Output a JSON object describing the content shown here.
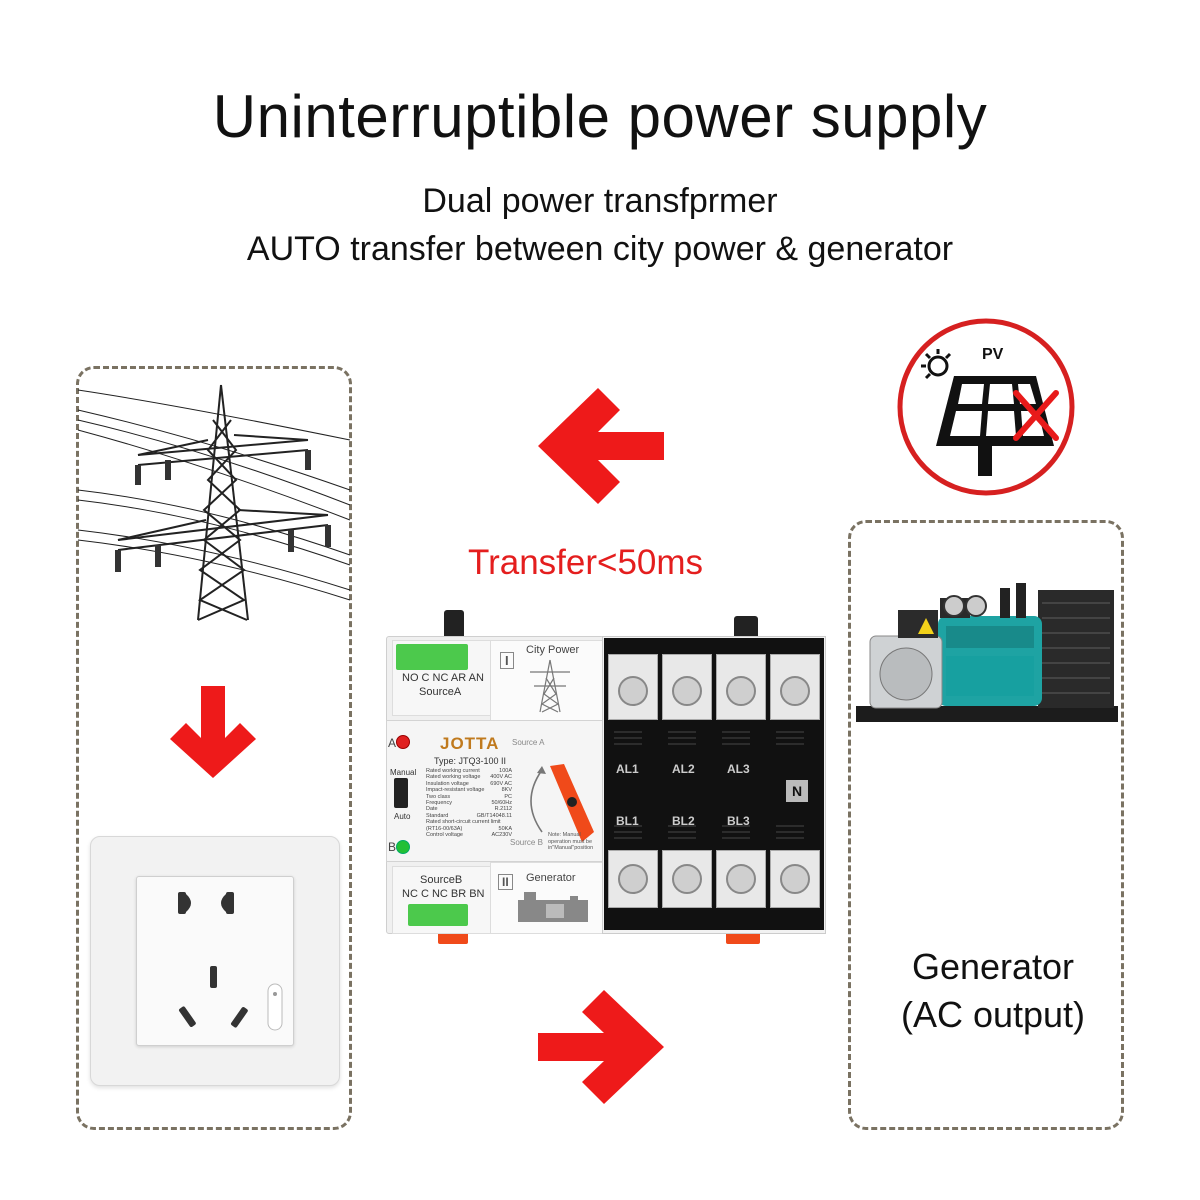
{
  "header": {
    "title": "Uninterruptible power supply",
    "subtitle_line1": "Dual power transfprmer",
    "subtitle_line2": "AUTO transfer between city power & generator"
  },
  "transfer_label": "Transfer<50ms",
  "pv_badge": {
    "label": "PV"
  },
  "generator_label": {
    "line1": "Generator",
    "line2": "(AC output)"
  },
  "device": {
    "brand": "JOTTA",
    "top_terminal_labels": "NO C NC AR AN",
    "top_source": "SourceA",
    "bottom_terminal_labels": "NC C NC BR BN",
    "bottom_source": "SourceB",
    "source_a_marker": "I",
    "source_a_name": "City Power",
    "source_b_marker": "II",
    "source_b_name": "Generator",
    "indicator_a": "A",
    "indicator_b": "B",
    "mode_manual": "Manual",
    "mode_auto": "Auto",
    "source_a_tag": "Source A",
    "source_b_tag": "Source B",
    "type_line": "Type: JTQ3-100  II",
    "specs": [
      {
        "k": "Rated working current",
        "v": "100A"
      },
      {
        "k": "Rated working voltage",
        "v": "400V AC"
      },
      {
        "k": "Insulation voltage",
        "v": "690V AC"
      },
      {
        "k": "Impact-resistant voltage",
        "v": "8KV"
      },
      {
        "k": "Two class",
        "v": "PC"
      },
      {
        "k": "Frequency",
        "v": "50/60Hz"
      },
      {
        "k": "Date",
        "v": "R.2112"
      },
      {
        "k": "Standard",
        "v": "GB/T14048.11"
      },
      {
        "k": "Rated short-circuit current limit",
        "v": ""
      },
      {
        "k": "(RT16-00/63A)",
        "v": "50KA"
      },
      {
        "k": "Control voltage",
        "v": "AC230V"
      }
    ],
    "note": "Note: Manual operation must be in\"Manual\"position",
    "phase_a": [
      "AL1",
      "AL2",
      "AL3"
    ],
    "phase_b": [
      "BL1",
      "BL2",
      "BL3"
    ],
    "neutral": "N"
  },
  "colors": {
    "arrow_red": "#ee1a1a",
    "text_red": "#e41e1e",
    "dash_border": "#7a7262",
    "terminal_green": "#4cc94c",
    "handle_orange": "#f04a1a",
    "generator_teal": "#1ea3a3",
    "badge_ring": "#d62020"
  }
}
